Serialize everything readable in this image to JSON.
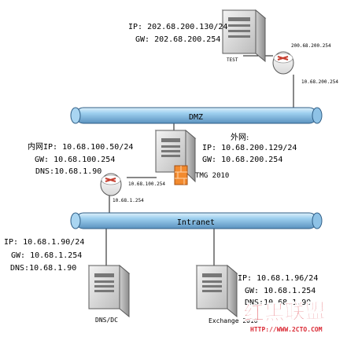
{
  "nodes": {
    "test_server": {
      "label": "TEST",
      "ip": "IP: 202.68.200.130/24",
      "gw": "GW: 202.68.200.254"
    },
    "top_router": {
      "ip": "200.68.200.254",
      "link_ip": "10.68.200.254"
    },
    "dmz": {
      "label": "DMZ"
    },
    "tmg": {
      "label": "TMG 2010",
      "external_title": "外网:",
      "external_ip": "IP: 10.68.200.129/24",
      "external_gw": "GW:  10.68.200.254",
      "internal_ip": "内网IP: 10.68.100.50/24",
      "internal_gw": "GW:  10.68.100.254",
      "internal_dns": "DNS:10.68.1.90"
    },
    "mid_router": {
      "ip": "10.68.100.254",
      "link_ip": "10.68.1.254"
    },
    "intranet": {
      "label": "Intranet"
    },
    "dns_dc": {
      "label": "DNS/DC",
      "ip": "IP: 10.68.1.90/24",
      "gw": "GW:  10.68.1.254",
      "dns": "DNS:10.68.1.90"
    },
    "exchange": {
      "label": "Exchange 2010",
      "ip": "IP: 10.68.1.96/24",
      "gw": "GW:  10.68.1.254",
      "dns": "DNS:10.68.1.90"
    }
  },
  "watermark": {
    "text": "红黑联盟",
    "url": "HTTP://WWW.2CTO.COM"
  },
  "colors": {
    "pipe_fill": "#8fc3e7",
    "pipe_stroke": "#2f5e86",
    "server_body": "#d7d7d7",
    "server_dark": "#8d8d8d",
    "router_body": "#f4f4f4",
    "router_accent": "#c63e2f",
    "watermark_red": "#d91f2b",
    "line": "#111111"
  },
  "icons": {
    "server": "server-icon",
    "router": "router-icon",
    "firewall": "firewall-icon"
  }
}
